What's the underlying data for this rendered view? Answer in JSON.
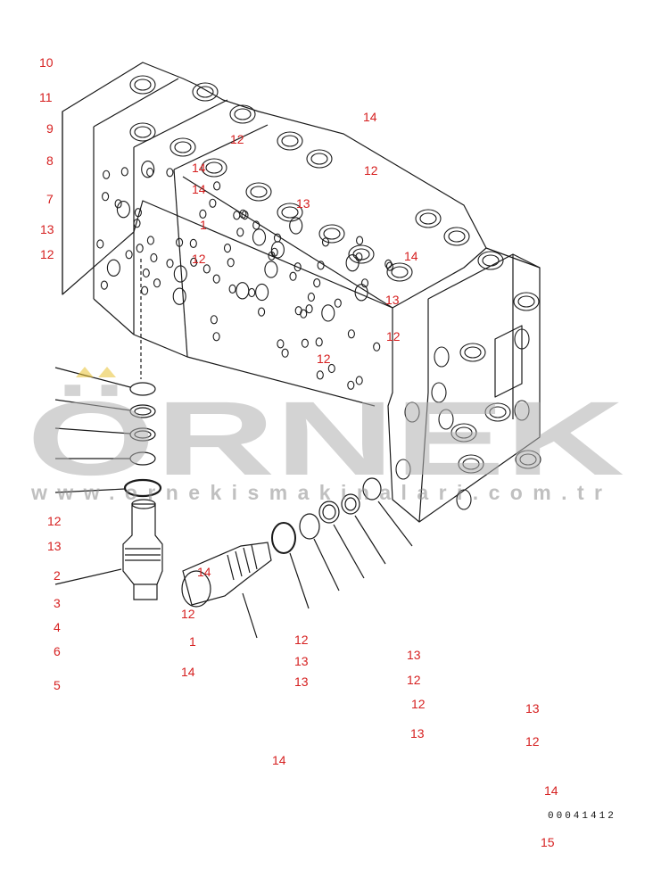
{
  "diagram": {
    "callouts": [
      {
        "id": "c1",
        "text": "10"
      },
      {
        "id": "c2",
        "text": "11"
      },
      {
        "id": "c3",
        "text": "9"
      },
      {
        "id": "c4",
        "text": "8"
      },
      {
        "id": "c5",
        "text": "7"
      },
      {
        "id": "c6",
        "text": "13"
      },
      {
        "id": "c7",
        "text": "12"
      },
      {
        "id": "c8",
        "text": "14"
      },
      {
        "id": "c9",
        "text": "12"
      },
      {
        "id": "c10",
        "text": "14"
      },
      {
        "id": "c11",
        "text": "14"
      },
      {
        "id": "c12",
        "text": "12"
      },
      {
        "id": "c13",
        "text": "13"
      },
      {
        "id": "c14",
        "text": "1"
      },
      {
        "id": "c15",
        "text": "12"
      },
      {
        "id": "c16",
        "text": "14"
      },
      {
        "id": "c17",
        "text": "13"
      },
      {
        "id": "c18",
        "text": "12"
      },
      {
        "id": "c19",
        "text": "12"
      },
      {
        "id": "c20",
        "text": "12"
      },
      {
        "id": "c21",
        "text": "13"
      },
      {
        "id": "c22",
        "text": "2"
      },
      {
        "id": "c23",
        "text": "3"
      },
      {
        "id": "c24",
        "text": "4"
      },
      {
        "id": "c25",
        "text": "6"
      },
      {
        "id": "c26",
        "text": "5"
      },
      {
        "id": "c27",
        "text": "14"
      },
      {
        "id": "c28",
        "text": "12"
      },
      {
        "id": "c29",
        "text": "1"
      },
      {
        "id": "c30",
        "text": "14"
      },
      {
        "id": "c31",
        "text": "12"
      },
      {
        "id": "c32",
        "text": "13"
      },
      {
        "id": "c33",
        "text": "13"
      },
      {
        "id": "c34",
        "text": "13"
      },
      {
        "id": "c35",
        "text": "12"
      },
      {
        "id": "c36",
        "text": "12"
      },
      {
        "id": "c37",
        "text": "13"
      },
      {
        "id": "c38",
        "text": "13"
      },
      {
        "id": "c39",
        "text": "12"
      },
      {
        "id": "c40",
        "text": "14"
      },
      {
        "id": "c41",
        "text": "14"
      },
      {
        "id": "c42",
        "text": "15"
      }
    ],
    "part_code": "00041412"
  },
  "watermark": {
    "brand": "ÖRNEK",
    "url": "www.ornekismakinalari.com.tr",
    "color_text": "#b0b0b0",
    "color_accent": "#e8c232"
  },
  "colors": {
    "callout": "#d62020",
    "line": "#1a1a1a"
  }
}
